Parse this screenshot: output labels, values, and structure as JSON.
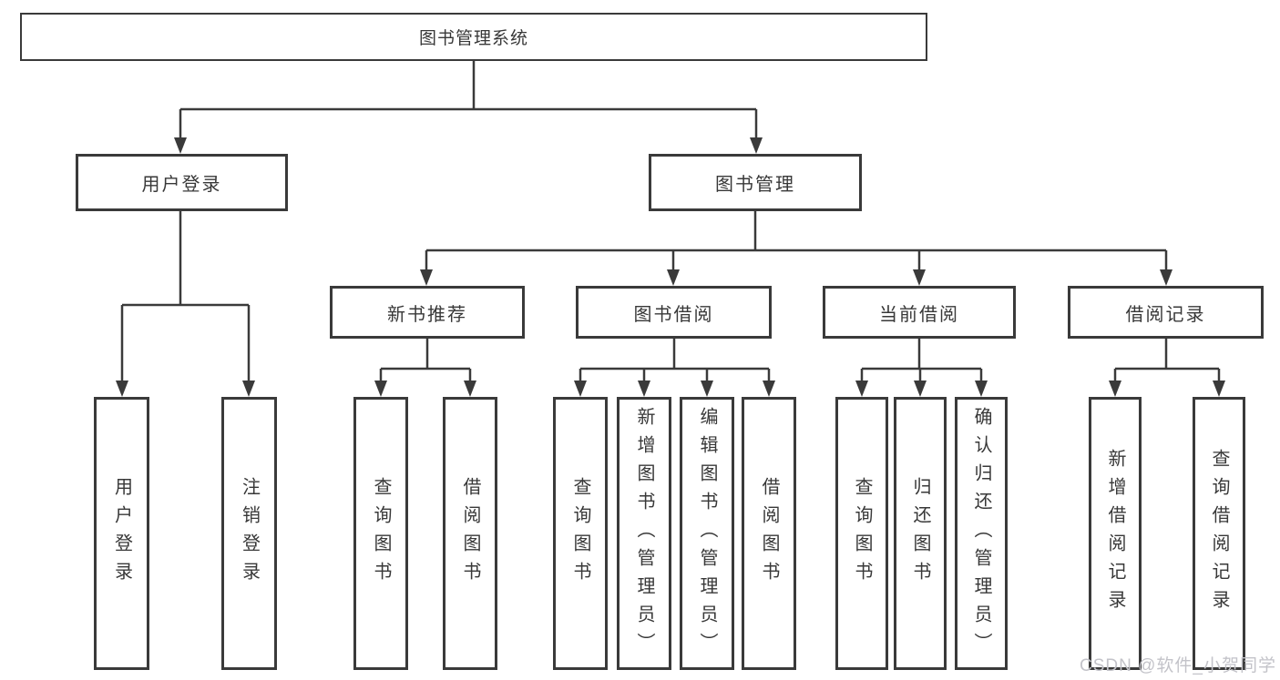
{
  "diagram": {
    "root": {
      "label": "图书管理系统"
    },
    "level2": [
      {
        "label": "用户登录"
      },
      {
        "label": "图书管理"
      }
    ],
    "level3": [
      {
        "label": "新书推荐"
      },
      {
        "label": "图书借阅"
      },
      {
        "label": "当前借阅"
      },
      {
        "label": "借阅记录"
      }
    ],
    "leaves": [
      {
        "label": "用户登录"
      },
      {
        "label": "注销登录"
      },
      {
        "label": "查询图书"
      },
      {
        "label": "借阅图书"
      },
      {
        "label": "查询图书"
      },
      {
        "label": "新增图书（管理员）"
      },
      {
        "label": "编辑图书（管理员）"
      },
      {
        "label": "借阅图书"
      },
      {
        "label": "查询图书"
      },
      {
        "label": "归还图书"
      },
      {
        "label": "确认归还（管理员）"
      },
      {
        "label": "新增借阅记录"
      },
      {
        "label": "查询借阅记录"
      }
    ]
  },
  "watermark": {
    "text": "CSDN @软件_小贺同学"
  },
  "colors": {
    "line": "#3a3a3a",
    "text": "#383838",
    "watermark": "#c3c3c9",
    "background": "#ffffff"
  }
}
